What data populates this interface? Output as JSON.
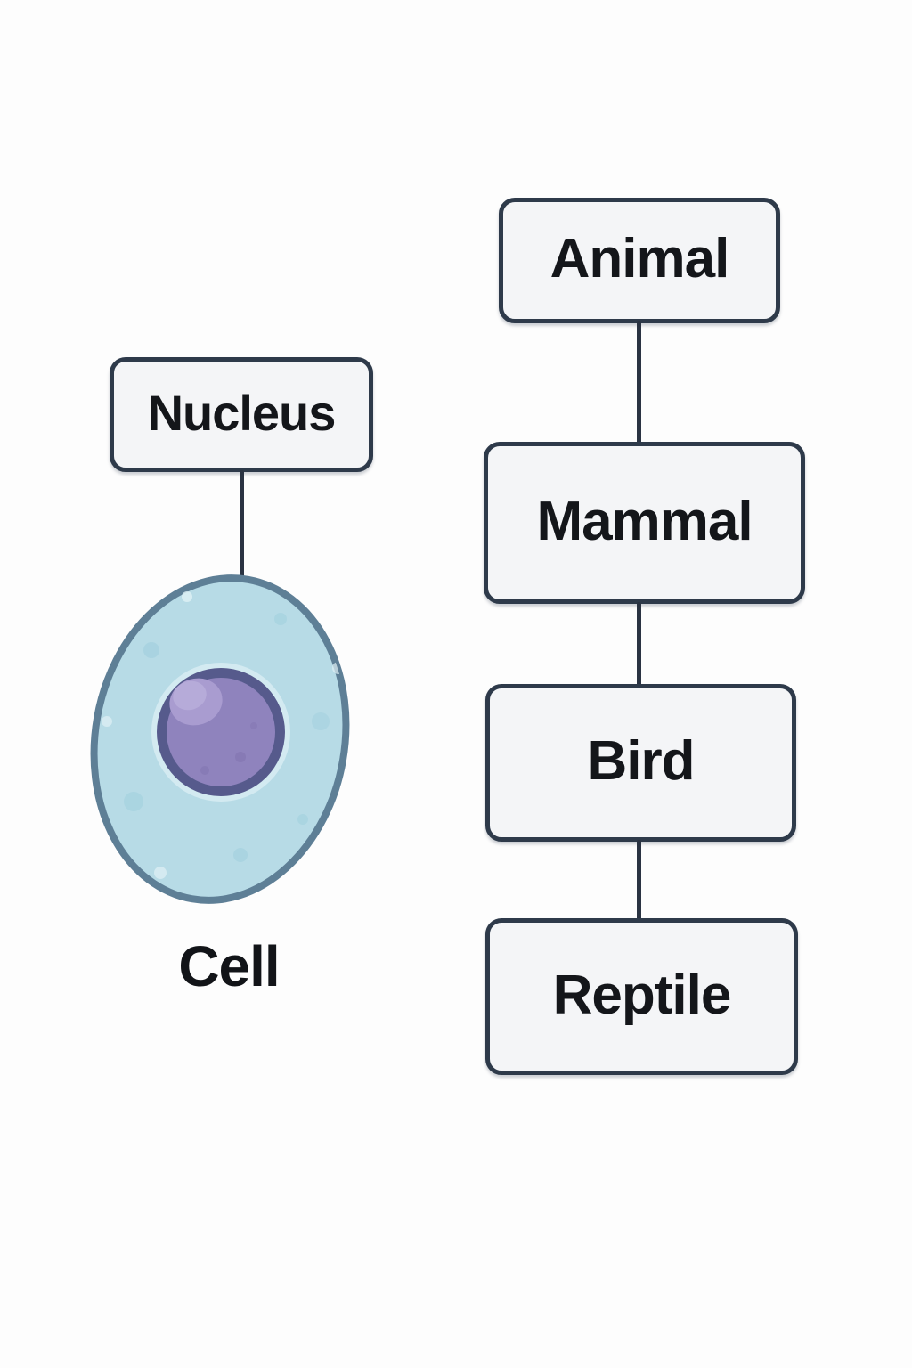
{
  "diagram": {
    "left_group": {
      "node_label": "Nucleus",
      "caption": "Cell",
      "illustration": {
        "name": "cell-with-nucleus",
        "membrane_fill": "#b7dbe6",
        "membrane_stroke": "#5e7f96",
        "nucleus_halo": "#d3eaf1",
        "nucleus_ring": "#565a8c",
        "nucleus_fill": "#8f83bd",
        "nucleus_highlight": "#a99cd0"
      }
    },
    "right_chain": {
      "nodes": [
        {
          "label": "Animal"
        },
        {
          "label": "Mammal"
        },
        {
          "label": "Bird"
        },
        {
          "label": "Reptile"
        }
      ]
    },
    "style": {
      "box_fill": "#f4f5f7",
      "box_border": "#2e3a4a",
      "connector_color": "#2a3342",
      "text_color": "#14161a",
      "background": "#fdfdfd"
    }
  }
}
